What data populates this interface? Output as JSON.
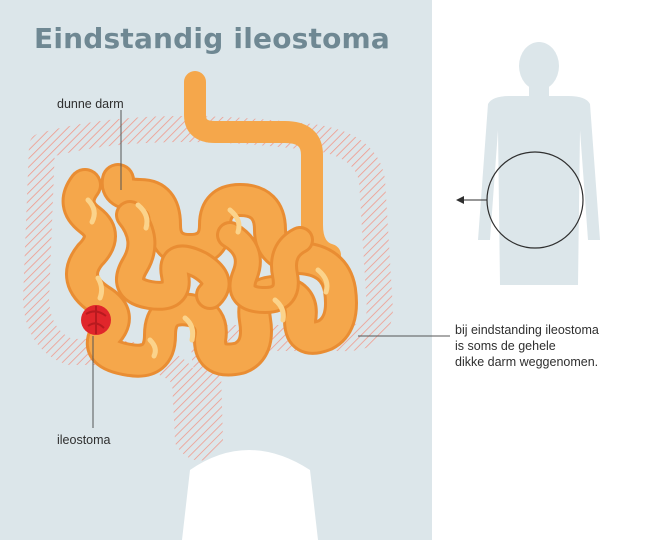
{
  "title": "Eindstandig ileostoma",
  "labels": {
    "small_intestine": "dunne darm",
    "stoma": "ileostoma"
  },
  "note": {
    "lines": [
      "bij eindstanding ileostoma",
      "is soms de gehele",
      "dikke darm weggenomen."
    ]
  },
  "colors": {
    "body_silhouette": "#dce6ea",
    "small_intestine": "#f5a74b",
    "small_intestine_shadow": "#e98d33",
    "small_intestine_highlight": "#fbd38b",
    "removed_colon_hatch": "#f09a8c",
    "stoma": "#e0262b",
    "title": "#6f8893"
  }
}
